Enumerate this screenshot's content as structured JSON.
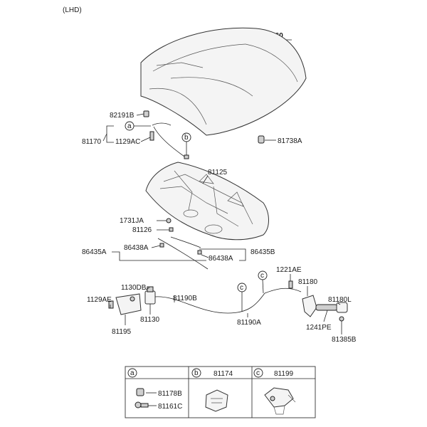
{
  "variant": "(LHD)",
  "reference": "REF.60-660",
  "callouts": {
    "a": "a",
    "b": "b",
    "c": "c"
  },
  "parts": {
    "p82191B": "82191B",
    "p81170": "81170",
    "p1129AC": "1129AC",
    "p81738A": "81738A",
    "p81125": "81125",
    "p1731JA": "1731JA",
    "p81126": "81126",
    "p86435A": "86435A",
    "p86438A_1": "86438A",
    "p86438A_2": "86438A",
    "p86435B": "86435B",
    "p1130DB": "1130DB",
    "p1129AE": "1129AE",
    "p81190B": "81190B",
    "p81130": "81130",
    "p81195": "81195",
    "p81190A": "81190A",
    "p1221AE": "1221AE",
    "p81180": "81180",
    "p81180L": "81180L",
    "p1241PE": "1241PE",
    "p81385B": "81385B"
  },
  "legend_table": {
    "a": {
      "key": "a",
      "parts": [
        "81178B",
        "81161C"
      ]
    },
    "b": {
      "key": "b",
      "part": "81174"
    },
    "c": {
      "key": "c",
      "part": "81199"
    }
  }
}
